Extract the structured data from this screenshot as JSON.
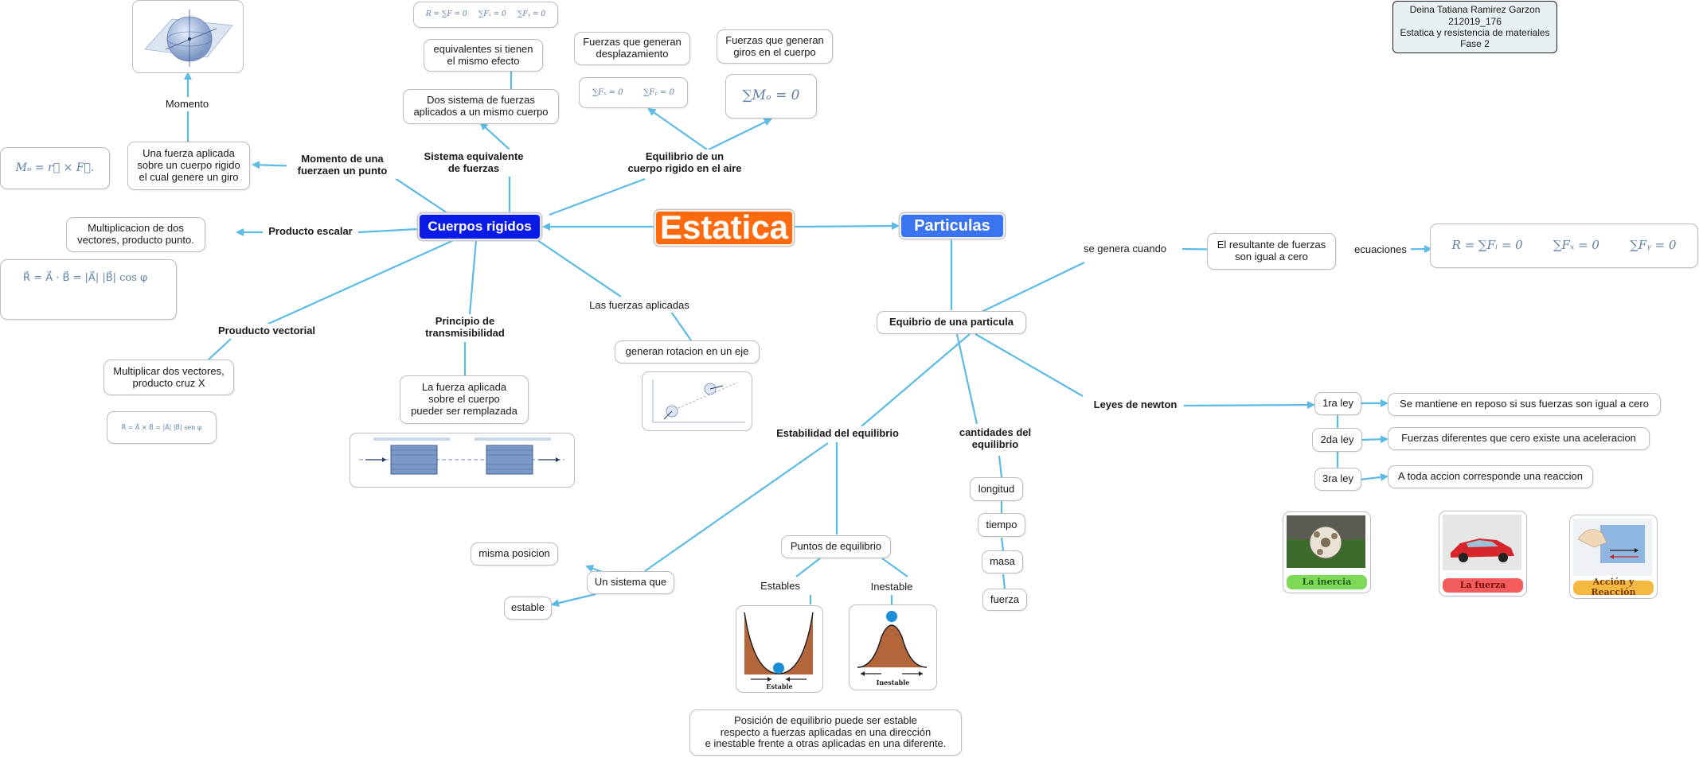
{
  "colors": {
    "link": "#5bbbe6",
    "estatica": "#ff6a0e",
    "cuerpos": "#0a1be8",
    "particulas": "#3a74f0",
    "hill": "#b5653a",
    "ball": "#1a8fd8"
  },
  "author": {
    "name": "Deina Tatiana Ramirez Garzon",
    "code": "212019_176",
    "course": "Estatica y resistencia de materiales",
    "phase": "Fase 2"
  },
  "central": {
    "estatica": "Estatica",
    "cuerpos": "Cuerpos rigidos",
    "particulas": "Particulas"
  },
  "cuerpos_branch": {
    "momento_link": "Momento de una\nfuerzaen un punto",
    "momento_node": "Una fuerza aplicada\nsobre un cuerpo rigido\nel cual genere un giro",
    "momento_label": "Momento",
    "momento_formula": "Mₒ = r⃗ × F⃗.",
    "sistema_link": "Sistema equivalente\nde fuerzas",
    "sistema_node": "Dos sistema de fuerzas\naplicados a un mismo cuerpo",
    "equivalentes": "equivalentes si tienen\nel mismo efecto",
    "sistema_formula": "R = ∑F = 0     ∑Fₓ = 0     ∑Fᵧ = 0",
    "equilibrio_link": "Equilibrio de un\ncuerpo rigido en el aire",
    "desplazamiento": "Fuerzas que generan\ndesplazamiento",
    "giros": "Fuerzas que generan\ngiros en el cuerpo",
    "desp_formula": "∑Fₓ = 0        ∑Fᵧ = 0",
    "giros_formula": "∑Mₒ = 0",
    "escalar_link": "Producto escalar",
    "escalar_node": "Multiplicacion de dos\nvectores, producto punto.",
    "escalar_formula": "R⃗ = A⃗ · B⃗ = |A⃗| |B⃗| cos φ",
    "vectorial_link": "Prouducto vectorial",
    "vectorial_node": "Multiplicar dos vectores,\nproducto cruz X",
    "vectorial_formula": "R⃗ = A⃗ × B⃗ = |A⃗| |B⃗| sen φ",
    "transm_link": "Principio de\ntransmisibilidad",
    "transm_node": "La fuerza aplicada\nsobre el cuerpo\npueder ser remplazada",
    "fuerzas_link": "Las fuerzas aplicadas",
    "fuerzas_node": "generan rotacion en un eje"
  },
  "particulas_branch": {
    "equilibrio_node": "Equibrio de una particula",
    "se_genera": "se genera cuando",
    "resultante": "El resultante de fuerzas\nson igual a cero",
    "ecuaciones": "ecuaciones",
    "ecuaciones_formula": "R = ∑Fᵢ = 0        ∑Fₓ = 0        ∑Fᵧ = 0",
    "leyes_link": "Leyes de newton",
    "leyes": [
      {
        "name": "1ra ley",
        "desc": "Se mantiene en reposo si sus fuerzas son igual a cero"
      },
      {
        "name": "2da ley",
        "desc": "Fuerzas diferentes que cero existe una aceleracion"
      },
      {
        "name": "3ra ley",
        "desc": "A toda accion corresponde una reaccion"
      }
    ],
    "ley_images": [
      {
        "caption": "La inercia",
        "color": "#7ed957"
      },
      {
        "caption": "La fuerza",
        "color": "#f25c5c"
      },
      {
        "caption": "Acción y Reacción",
        "color": "#f5b942"
      }
    ],
    "cantidades_link": "cantidades del\nequilibrio",
    "cantidades": [
      "longitud",
      "tiempo",
      "masa",
      "fuerza"
    ],
    "estabilidad_link": "Estabilidad del equilibrio",
    "sistema_que": "Un sistema que",
    "misma_posicion": "misma posicion",
    "estable": "estable",
    "puntos": "Puntos de equilibrio",
    "estables_label": "Estables",
    "inestable_label": "Inestable",
    "estable_caption": "Estable",
    "inestable_caption": "Inestable",
    "posicion_text": "Posición de equilibrio puede ser estable\nrespecto a fuerzas aplicadas en una dirección\ne inestable frente a otras aplicadas en una diferente."
  }
}
